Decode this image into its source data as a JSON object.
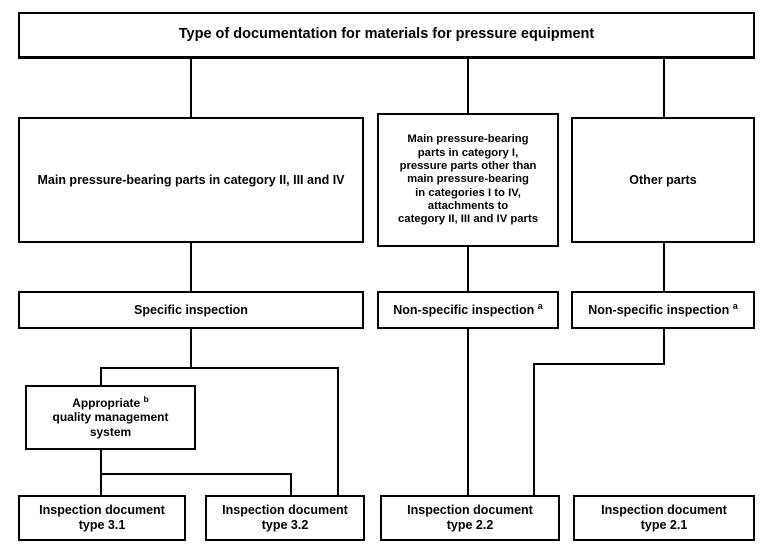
{
  "diagram": {
    "type": "flowchart",
    "orientation": "top-down",
    "line_color": "#000000",
    "box_border_color": "#000000",
    "background_color": "#ffffff",
    "text_color": "#000000"
  },
  "title_box": {
    "label": "Type of documentation for materials for pressure equipment"
  },
  "row_categories": {
    "main_parts_cat_2_3_4": "Main pressure-bearing parts in category II, III and IV",
    "main_parts_cat_1": "Main pressure-bearing\nparts in category I,\npressure parts other than\nmain pressure-bearing\nin categories I to IV,\nattachments to\ncategory II, III and IV parts",
    "other_parts": "Other parts"
  },
  "row_inspection": {
    "specific_inspection": "Specific inspection",
    "non_specific_inspection_middle": "Non-specific inspection",
    "non_specific_inspection_middle_footnote": "a",
    "non_specific_inspection_right": "Non-specific inspection",
    "non_specific_inspection_right_footnote": "a"
  },
  "quality_box": {
    "line1": "Appropriate",
    "footnote": "b",
    "line2": "quality management",
    "line3": "system"
  },
  "row_documents": {
    "doc_3_1": "Inspection document\ntype 3.1",
    "doc_3_2": "Inspection document\ntype 3.2",
    "doc_2_2": "Inspection document\ntype 2.2",
    "doc_2_1": "Inspection document\ntype 2.1"
  }
}
